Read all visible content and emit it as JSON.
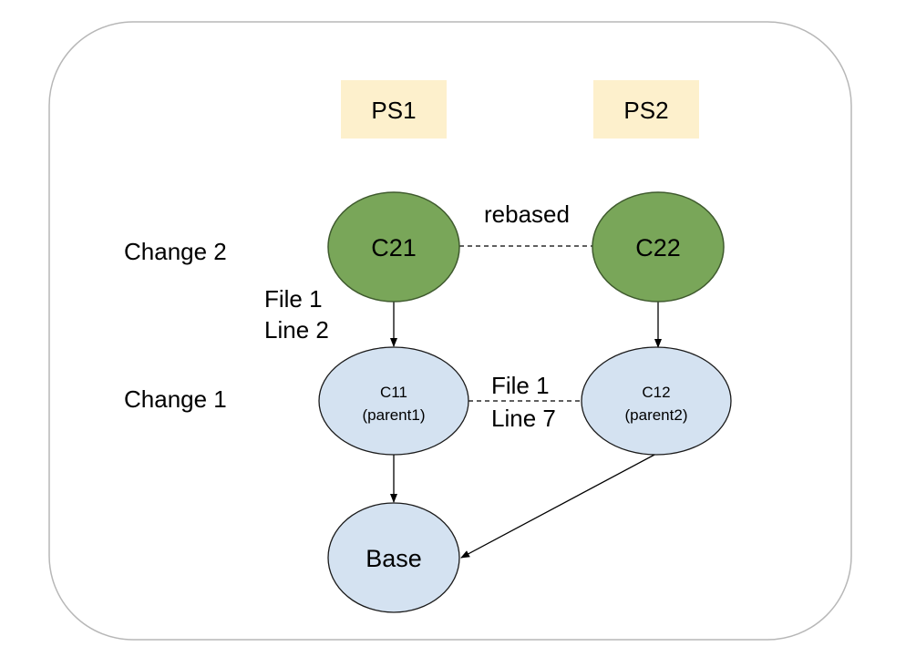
{
  "colors": {
    "frame_stroke": "#b7b7b7",
    "header_fill": "#fdf0cc",
    "commit_fill_change2": "#79a659",
    "commit_stroke_change2": "#3f5a2e",
    "commit_fill_change1": "#d4e2f1",
    "commit_stroke_change1": "#1a1a1a",
    "edge": "#000000"
  },
  "headers": {
    "ps1": "PS1",
    "ps2": "PS2"
  },
  "rows": {
    "change2": "Change 2",
    "change1": "Change 1"
  },
  "nodes": {
    "c21": "C21",
    "c22": "C22",
    "c11": {
      "name": "C11",
      "sub": "(parent1)"
    },
    "c12": {
      "name": "C12",
      "sub": "(parent2)"
    },
    "base": "Base"
  },
  "edge_labels": {
    "rebased": "rebased",
    "c21_edge_line1": "File 1",
    "c21_edge_line2": "Line 2",
    "c11_c12_line1": "File 1",
    "c11_c12_line2": "Line 7"
  }
}
